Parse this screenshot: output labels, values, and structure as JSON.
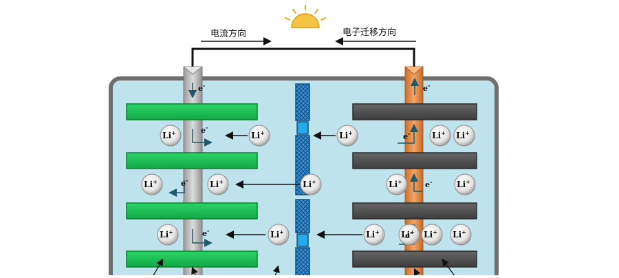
{
  "labels": {
    "current_direction": "电流方向",
    "electron_direction": "电子迁移方向"
  },
  "symbols": {
    "electron": "e",
    "electron_charge": "-",
    "lithium_ion": "Li",
    "ion_charge": "+"
  },
  "icons": {
    "sun": "sun-icon"
  },
  "colors": {
    "electrolyte": "#bfe3ec",
    "case_border": "#6f6f6f",
    "anode_plate": "#22c35a",
    "cathode_plate": "#555555",
    "anode_collector": "#b6b6b6",
    "cathode_collector": "#e08a46",
    "separator": "#3f97d6",
    "wire": "#111111",
    "sun": "#f6c444"
  }
}
